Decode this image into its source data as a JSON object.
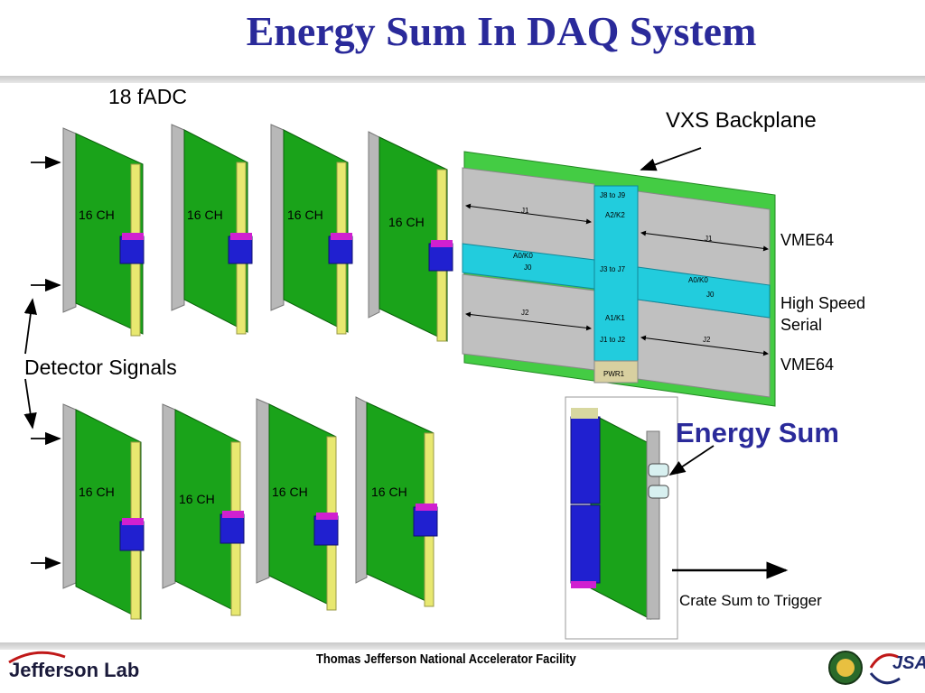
{
  "title": "Energy Sum In DAQ System",
  "fadc_label": "18 fADC",
  "backplane_label": "VXS Backplane",
  "vme64_top": "VME64",
  "high_speed_line1": "High Speed",
  "high_speed_line2": "Serial",
  "vme64_bottom": "VME64",
  "detector_label": "Detector Signals",
  "energy_sum_label": "Energy Sum",
  "crate_sum_label": "Crate Sum to Trigger",
  "channel_label": "16 CH",
  "backplane_connectors": {
    "j1_left": "J1",
    "a0k0_left": "A0/K0",
    "j0_left": "J0",
    "j2_left": "J2",
    "j8_j9": "J8 to J9",
    "a2k2": "A2/K2",
    "j3_j7": "J3 to J7",
    "a1k1": "A1/K1",
    "j1_j2": "J1 to J2",
    "pwr1": "PWR1",
    "j1_right": "J1",
    "a0k0_right": "A0/K0",
    "j0_right": "J0",
    "j2_right": "J2"
  },
  "footer": "Thomas Jefferson National Accelerator Facility",
  "logo_left": "Jefferson Lab",
  "logo_right": "JSA",
  "colors": {
    "title": "#2a2a9a",
    "board": "#1aa31a",
    "connector": "#e8e870",
    "backplane": "#44cc44",
    "serial": "#22ccdd",
    "chip": "#2020d0",
    "chip_top": "#d020d0"
  }
}
